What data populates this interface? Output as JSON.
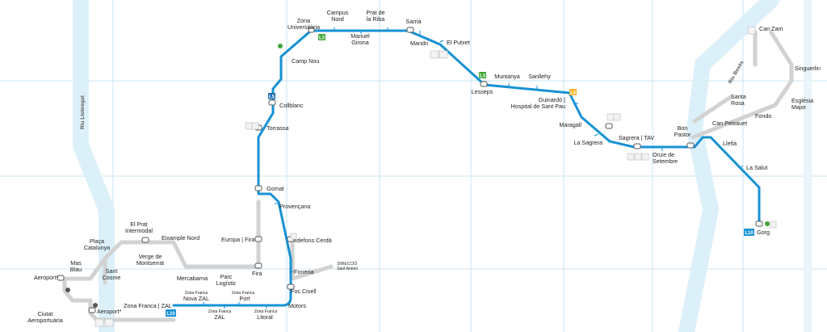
{
  "colors": {
    "line_l10": "#1792d4",
    "grey_lines": "#d2d2d2",
    "river": "#d9eef8",
    "grid": "#c9e4f2",
    "l3_green": "#3fa535",
    "l4_yellow": "#f2b52a",
    "l5_blue": "#1d6db5",
    "l9_orange": "#f7a21b"
  },
  "map": {
    "rivers": [
      {
        "name": "Riu Llobregat"
      },
      {
        "name": "Riu Besòs"
      }
    ],
    "line_badges": [
      {
        "id": "l10-badge-west",
        "text": "L10",
        "color": "#1792d4"
      },
      {
        "id": "l10-badge-east",
        "text": "L10",
        "color": "#1792d4"
      },
      {
        "id": "l3-badge",
        "text": "L3",
        "color": "#3fa535"
      },
      {
        "id": "l3-badge-2",
        "text": "L3",
        "color": "#3fa535"
      },
      {
        "id": "l5-badge",
        "text": "L5",
        "color": "#1d6db5"
      },
      {
        "id": "l4-badge",
        "text": "L4",
        "color": "#f2b52a"
      }
    ],
    "stations": [
      {
        "id": "zona-universitaria",
        "lines": [
          "Zona",
          "Universitària"
        ]
      },
      {
        "id": "campus-nord",
        "lines": [
          "Campus",
          "Nord"
        ]
      },
      {
        "id": "prat-de-la-riba",
        "lines": [
          "Prat de",
          "la Riba"
        ]
      },
      {
        "id": "sarria",
        "lines": [
          "Sarrià"
        ]
      },
      {
        "id": "manuel-girona",
        "lines": [
          "Manuel",
          "Girona"
        ]
      },
      {
        "id": "mandri",
        "lines": [
          "Mandri"
        ]
      },
      {
        "id": "el-putxet",
        "lines": [
          "El Putxet"
        ]
      },
      {
        "id": "camp-nou",
        "lines": [
          "Camp Nou"
        ]
      },
      {
        "id": "lesseps",
        "lines": [
          "Lesseps"
        ]
      },
      {
        "id": "muntanya",
        "lines": [
          "Muntanya"
        ]
      },
      {
        "id": "sanllehy",
        "lines": [
          "Sanllehy"
        ]
      },
      {
        "id": "collblanc",
        "lines": [
          "Collblanc"
        ]
      },
      {
        "id": "guinardo",
        "lines": [
          "Guinardó |",
          "Hospital de Sant Pau"
        ]
      },
      {
        "id": "torrassa",
        "lines": [
          "Torrassa"
        ]
      },
      {
        "id": "maragall",
        "lines": [
          "Maragall"
        ]
      },
      {
        "id": "la-sagrera",
        "lines": [
          "La Sagrera"
        ]
      },
      {
        "id": "sagrera-tav",
        "lines": [
          "Sagrera | TAV"
        ]
      },
      {
        "id": "onze-de-setembre",
        "lines": [
          "Onze de",
          "Setembre"
        ]
      },
      {
        "id": "bon-pastor",
        "lines": [
          "Bon",
          "Pastor"
        ]
      },
      {
        "id": "can-peixauet",
        "lines": [
          "Can Peixauet"
        ]
      },
      {
        "id": "santa-rosa",
        "lines": [
          "Santa",
          "Rosa"
        ]
      },
      {
        "id": "fondo",
        "lines": [
          "Fondo"
        ]
      },
      {
        "id": "esglesia-major",
        "lines": [
          "Església",
          "Major"
        ]
      },
      {
        "id": "singuerlin",
        "lines": [
          "Singuerlin"
        ]
      },
      {
        "id": "can-zam",
        "lines": [
          "Can Zam"
        ]
      },
      {
        "id": "llefia",
        "lines": [
          "Llefià"
        ]
      },
      {
        "id": "la-salut",
        "lines": [
          "La Salut"
        ]
      },
      {
        "id": "gorg",
        "lines": [
          "Gorg"
        ]
      },
      {
        "id": "gornal",
        "lines": [
          "Gornal"
        ]
      },
      {
        "id": "provencana",
        "lines": [
          "Provençana"
        ]
      },
      {
        "id": "europa-fira",
        "lines": [
          "Europa | Fira"
        ]
      },
      {
        "id": "ildefons-cerda",
        "lines": [
          "Ildefons Cerdà"
        ]
      },
      {
        "id": "fira",
        "lines": [
          "Fira"
        ]
      },
      {
        "id": "foneria",
        "lines": [
          "Foneria"
        ]
      },
      {
        "id": "foc-cisell",
        "lines": [
          "Foc Cisell"
        ]
      },
      {
        "id": "motors",
        "lines": [
          "Motors"
        ]
      },
      {
        "id": "direccio-sant-antoni",
        "lines": [
          "DIRECCIÓ",
          "Sant Antoni"
        ]
      },
      {
        "id": "el-prat-intermodal",
        "lines": [
          "El Prat",
          "Intermodal"
        ]
      },
      {
        "id": "eixample-nord",
        "lines": [
          "Eixample Nord"
        ]
      },
      {
        "id": "placa-catalunya",
        "lines": [
          "Plaça",
          "Catalunya"
        ]
      },
      {
        "id": "verge-de-montserrat",
        "lines": [
          "Verge de",
          "Montserrat"
        ]
      },
      {
        "id": "mas-blau",
        "lines": [
          "Mas",
          "Blau"
        ]
      },
      {
        "id": "sant-cosme",
        "lines": [
          "Sant",
          "Cosme"
        ]
      },
      {
        "id": "mercabarna",
        "lines": [
          "Mercabarna"
        ]
      },
      {
        "id": "parc-logistic",
        "lines": [
          "Parc",
          "Logístic"
        ]
      },
      {
        "id": "aeroport-t2",
        "lines": [
          "Aeroport*"
        ]
      },
      {
        "id": "aeroport-t1",
        "lines": [
          "Aeroport*"
        ]
      },
      {
        "id": "ciutat-aeroportuaria",
        "lines": [
          "Ciutat",
          "Aeroportuària"
        ]
      },
      {
        "id": "zona-franca-zal",
        "lines": [
          "Zona Franca | ZAL"
        ]
      },
      {
        "id": "zona-franca-nova-zal-small",
        "lines": [
          "Zona Franca"
        ]
      },
      {
        "id": "nova-zal",
        "lines": [
          "Nova ZAL"
        ]
      },
      {
        "id": "zona-franca-port-small",
        "lines": [
          "Zona Franca"
        ]
      },
      {
        "id": "port",
        "lines": [
          "Port"
        ]
      },
      {
        "id": "zona-franca-zal-small",
        "lines": [
          "Zona Franca"
        ]
      },
      {
        "id": "zal",
        "lines": [
          "ZAL"
        ]
      },
      {
        "id": "zona-franca-litoral-small",
        "lines": [
          "Zona Franca"
        ]
      },
      {
        "id": "litoral",
        "lines": [
          "Litoral"
        ]
      }
    ]
  }
}
